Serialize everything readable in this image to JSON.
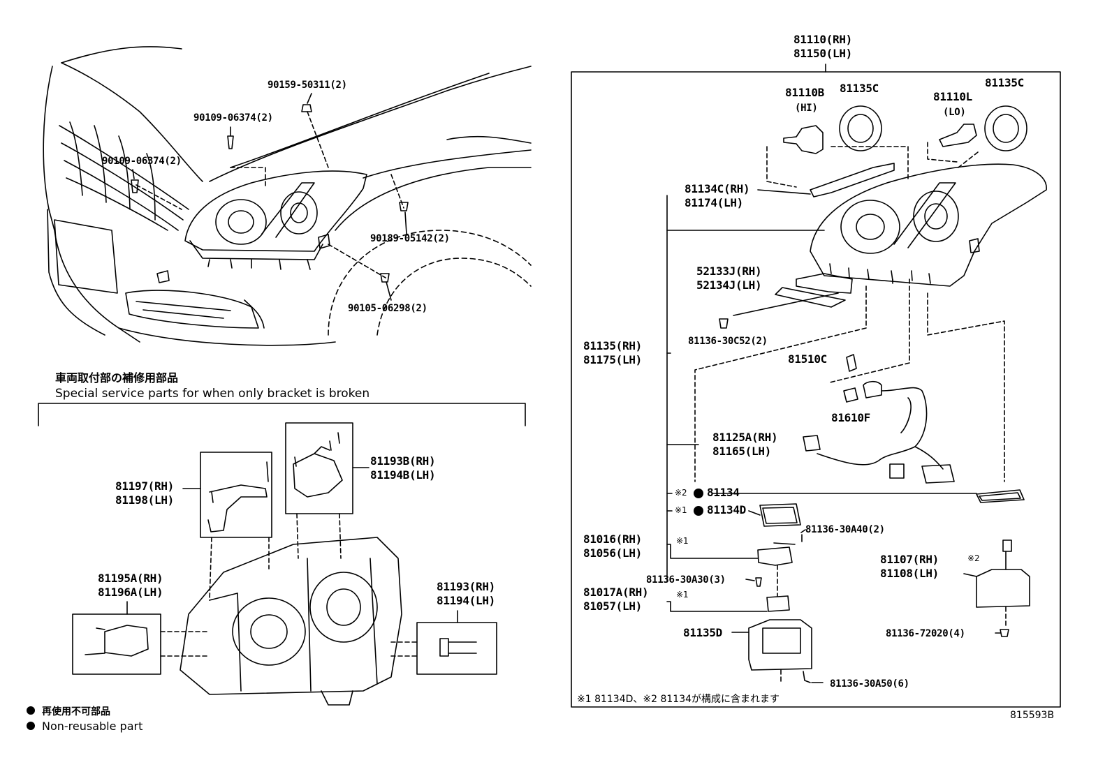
{
  "assembly_header": {
    "rh": "81110(RH)",
    "lh": "81150(LH)"
  },
  "left": {
    "labels": {
      "p90159": "90159-50311(2)",
      "p90109a": "90109-06374(2)",
      "p90109b": "90109-06374(2)",
      "p90189": "90189-05142(2)",
      "p90105": "90105-06298(2)"
    },
    "special_parts": {
      "title_jp": "車両取付部の補修用部品",
      "title_en": "Special service parts for when only bracket is broken"
    },
    "brackets": {
      "b81197": [
        "81197(RH)",
        "81198(LH)"
      ],
      "b81193B": [
        "81193B(RH)",
        "81194B(LH)"
      ],
      "b81195A": [
        "81195A(RH)",
        "81196A(LH)"
      ],
      "b81193": [
        "81193(RH)",
        "81194(LH)"
      ]
    }
  },
  "right": {
    "bulb_hi": {
      "part": "81110B",
      "note": "(HI)"
    },
    "cap_hi": "81135C",
    "bulb_lo": {
      "part": "81110L",
      "note": "(LO)"
    },
    "cap_lo": "81135C",
    "cover": [
      "81134C(RH)",
      "81174(LH)"
    ],
    "bracket_52133": [
      "52133J(RH)",
      "52134J(LH)"
    ],
    "screw_30c52": "81136-30C52(2)",
    "housing": [
      "81135(RH)",
      "81175(LH)"
    ],
    "bulb_81510c": "81510C",
    "socket_81610f": "81610F",
    "wire": [
      "81125A(RH)",
      "81165(LH)"
    ],
    "gasket_81134": {
      "mark": "※2",
      "part": "81134"
    },
    "gasket_81134d": {
      "mark": "※1",
      "part": "81134D"
    },
    "screw_30a40": "81136-30A40(2)",
    "computer_81016": [
      "81016(RH)",
      "81056(LH)"
    ],
    "mark_a": "※1",
    "screw_30a30": "81136-30A30(3)",
    "computer_81017a": [
      "81017A(RH)",
      "81057(LH)"
    ],
    "mark_b": "※1",
    "ballast_81135d": "81135D",
    "screw_30a50": "81136-30A50(6)",
    "ballast_81107": [
      "81107(RH)",
      "81108(LH)"
    ],
    "mark_c": "※2",
    "screw_72020": "81136-72020(4)",
    "footnote": "※1 81134D、※2 81134が構成に含まれます"
  },
  "legend": {
    "jp": "再使用不可部品",
    "en": "Non-reusable part"
  },
  "ref_code": "815593B"
}
